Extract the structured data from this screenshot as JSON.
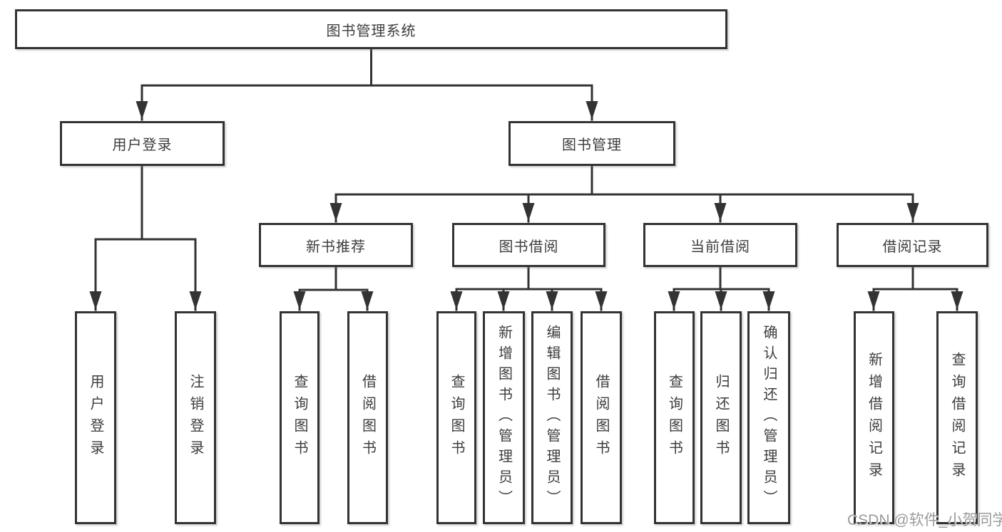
{
  "diagram": {
    "root_label": "图书管理系统",
    "branches": [
      {
        "label": "用户登录",
        "children": [
          {
            "label": "用户登录"
          },
          {
            "label": "注销登录"
          }
        ]
      },
      {
        "label": "图书管理",
        "children": [
          {
            "label": "新书推荐",
            "children": [
              {
                "label": "查询图书"
              },
              {
                "label": "借阅图书"
              }
            ]
          },
          {
            "label": "图书借阅",
            "children": [
              {
                "label": "查询图书"
              },
              {
                "label": "新增图书（管理员）"
              },
              {
                "label": "编辑图书（管理员）"
              },
              {
                "label": "借阅图书"
              }
            ]
          },
          {
            "label": "当前借阅",
            "children": [
              {
                "label": "查询图书"
              },
              {
                "label": "归还图书"
              },
              {
                "label": "确认归还（管理员）"
              }
            ]
          },
          {
            "label": "借阅记录",
            "children": [
              {
                "label": "新增借阅记录"
              },
              {
                "label": "查询借阅记录"
              }
            ]
          }
        ]
      }
    ]
  },
  "watermark": {
    "text": "CSDN @软件_小贺同学"
  },
  "colors": {
    "line": "#333333",
    "text": "#3d3d3d",
    "watermark": "#9b9b9b",
    "background": "#ffffff"
  }
}
